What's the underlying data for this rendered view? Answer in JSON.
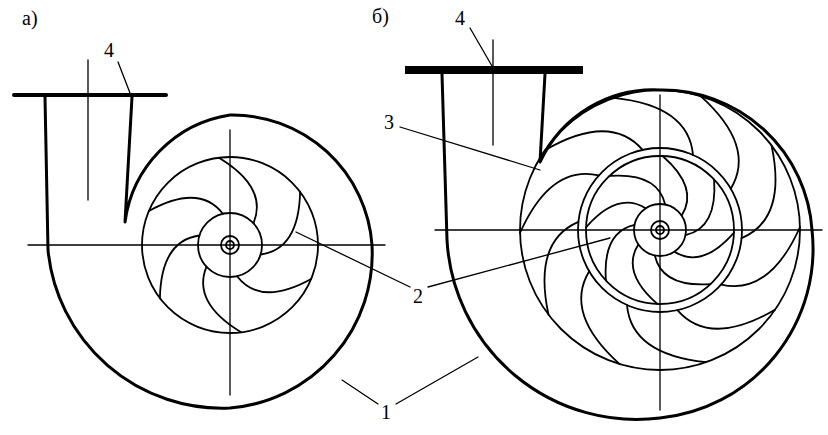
{
  "diagram": {
    "labels": [
      "а)",
      "4",
      "б)",
      "4",
      "3",
      "2",
      "1"
    ]
  }
}
